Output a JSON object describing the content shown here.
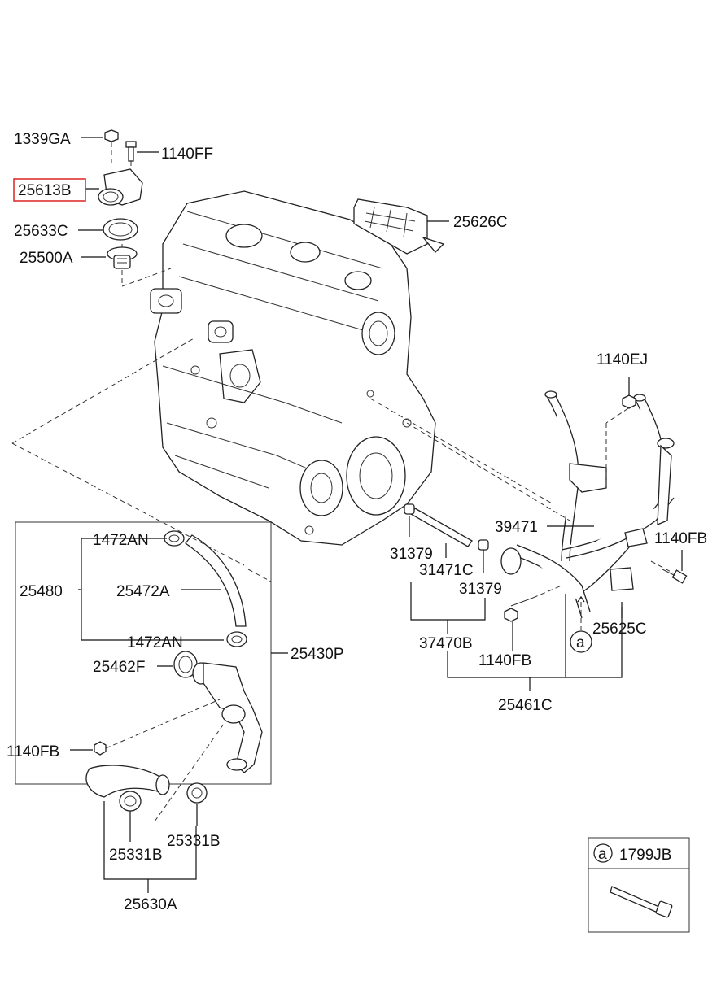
{
  "labels": {
    "p1339GA": "1339GA",
    "p1140FF": "1140FF",
    "p25613B": "25613B",
    "p25633C": "25633C",
    "p25500A": "25500A",
    "p25626C": "25626C",
    "p1140EJ": "1140EJ",
    "p39471": "39471",
    "p1140FB_right": "1140FB",
    "p31379_a": "31379",
    "p31471C": "31471C",
    "p31379_b": "31379",
    "p37470B": "37470B",
    "p1140FB_mid": "1140FB",
    "p25625C": "25625C",
    "p25461C": "25461C",
    "p1472AN_top": "1472AN",
    "p25480": "25480",
    "p25472A": "25472A",
    "p1472AN_bot": "1472AN",
    "p25430P": "25430P",
    "p25462F": "25462F",
    "p1140FB_left": "1140FB",
    "p25331B_left": "25331B",
    "p25331B_right": "25331B",
    "p25630A": "25630A",
    "marker_a": "a",
    "legend_marker": "a",
    "legend_part": "1799JB"
  },
  "highlight_color": "#e03030"
}
